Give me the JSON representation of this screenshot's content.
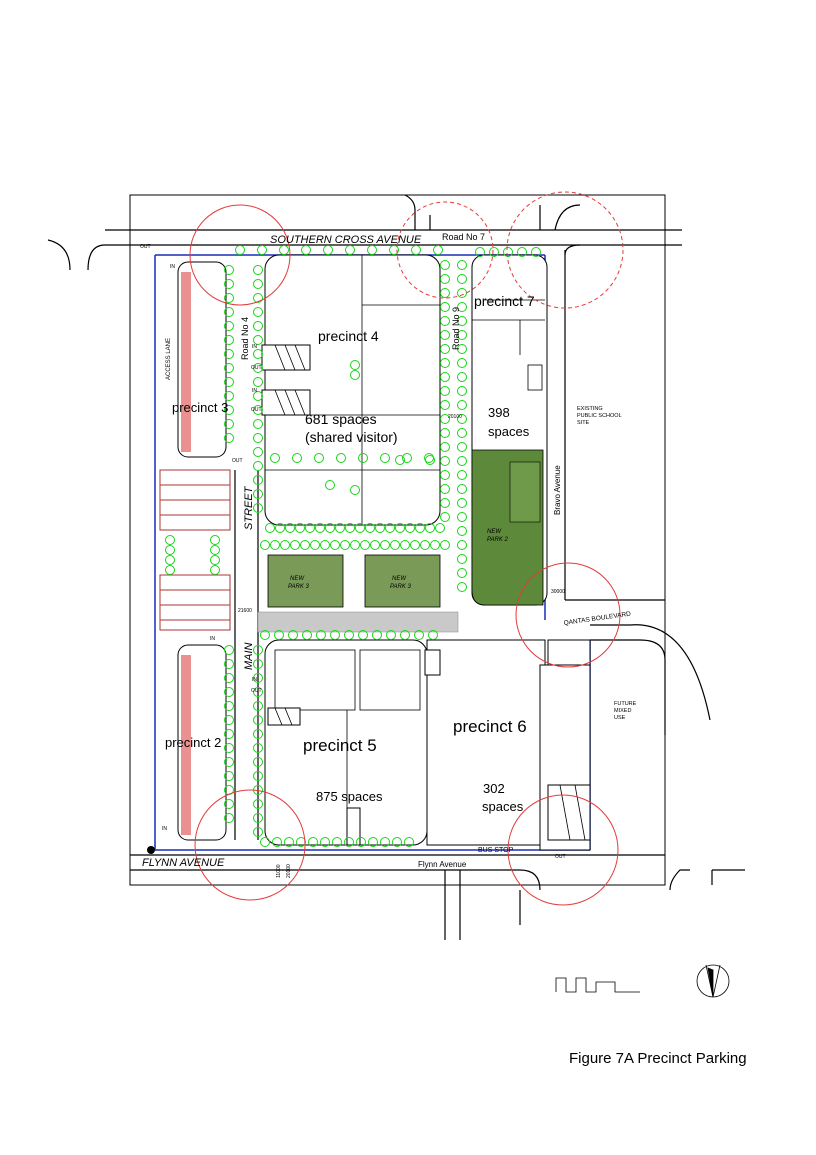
{
  "streets": {
    "southern_cross": "SOUTHERN  CROSS  AVENUE",
    "road7": "Road No 7",
    "road4": "Road No 4",
    "road9": "Road No 9",
    "access_lane": "ACCESS LANE",
    "main": "MAIN",
    "street": "STREET",
    "bravo": "Bravo Avenue",
    "qantas": "QANTAS BOULEVARD",
    "flynn_upper": "FLYNN AVENUE",
    "flynn": "Flynn Avenue"
  },
  "precincts": {
    "p2": {
      "name": "precinct 2"
    },
    "p3": {
      "name": "precinct 3"
    },
    "p4": {
      "name": "precinct 4",
      "spaces": "681 spaces",
      "note": "(shared visitor)"
    },
    "p5": {
      "name": "precinct 5",
      "spaces": "875 spaces"
    },
    "p6": {
      "name": "precinct 6",
      "spaces_1": "302",
      "spaces_2": "spaces"
    },
    "p7": {
      "name": "precinct 7",
      "spaces_1": "398",
      "spaces_2": "spaces"
    }
  },
  "parks": {
    "park3_label_1": "NEW",
    "park3_label_2": "PARK 3",
    "park2_label_1": "NEW",
    "park2_label_2": "PARK 2"
  },
  "sites": {
    "school_1": "EXISTING",
    "school_2": "PUBLIC SCHOOL",
    "school_3": "SITE",
    "future_1": "FUTURE",
    "future_2": "MIXED",
    "future_3": "USE"
  },
  "markers": {
    "bus_stop": "BUS STOP",
    "in": "IN",
    "out": "OUT"
  },
  "dims": {
    "d21600": "21600",
    "d20100": "20100",
    "d11000": "11000",
    "d20100b": "20100",
    "d30000": "30000"
  },
  "caption": "Figure 7A Precinct Parking",
  "colors": {
    "road_line": "#000000",
    "boundary": "#1a2fb5",
    "tree": "#18d418",
    "radius": "#e33b3b",
    "park": "#7a9a58",
    "park_dark": "#5d8a3a"
  }
}
